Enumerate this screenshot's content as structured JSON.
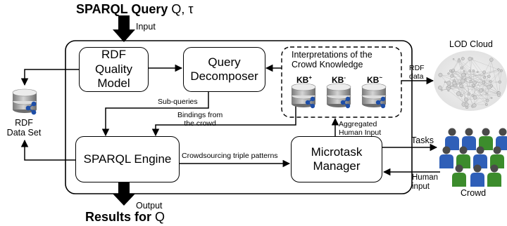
{
  "input": {
    "query_label": "SPARQL Query",
    "query_symbols": "Q, τ",
    "input_label": "Input"
  },
  "output": {
    "results_label": "Results for",
    "results_symbol": "Q",
    "output_label": "Output"
  },
  "boxes": {
    "rdf_quality_model": "RDF Quality Model",
    "query_decomposer": "Query Decomposer",
    "sparql_engine": "SPARQL Engine",
    "microtask_manager": "Microtask Manager"
  },
  "interpretations": {
    "title_line1": "Interpretations of the",
    "title_line2": "Crowd  Knowledge",
    "kb_plus": "KB",
    "kb_plus_sup": "+",
    "kb_minus": "KB",
    "kb_minus_sup": "-",
    "kb_tilde": "KB",
    "kb_tilde_sup": "~"
  },
  "edge_labels": {
    "sub_queries": "Sub-queries",
    "bindings_line1": "Bindings from",
    "bindings_line2": "the crowd",
    "aggregated_line1": "Aggregated",
    "aggregated_line2": "Human Input",
    "crowdsourcing": "Crowdsourcing triple patterns",
    "rdf_data_line1": "RDF",
    "rdf_data_line2": "data",
    "tasks": "Tasks",
    "human_input_line1": "Human",
    "human_input_line2": "input"
  },
  "external": {
    "rdf_dataset_line1": "RDF",
    "rdf_dataset_line2": "Data Set",
    "lod_cloud": "LOD Cloud",
    "crowd": "Crowd"
  },
  "colors": {
    "db_top": "#e6e6e6",
    "db_body": "#9a9a9a",
    "share_icon": "#1f4fa8",
    "person_blue": "#2f5fb8",
    "person_green": "#3c8c2c",
    "person_head": "#4a4a4a"
  }
}
